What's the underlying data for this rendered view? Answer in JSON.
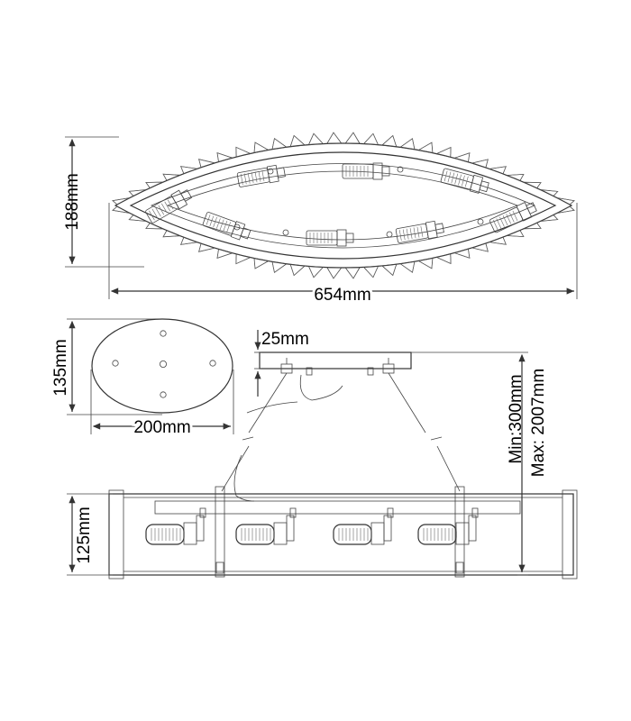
{
  "dimensions": {
    "top_height": "188mm",
    "top_width": "654mm",
    "canopy_height": "135mm",
    "canopy_width": "200mm",
    "canopy_depth": "25mm",
    "suspension": "Min:300mm\nMax: 2007mm",
    "suspension_min": "Min:300mm",
    "suspension_max": "Max: 2007mm",
    "body_height": "125mm"
  },
  "colors": {
    "line": "#333333",
    "background": "#ffffff"
  }
}
